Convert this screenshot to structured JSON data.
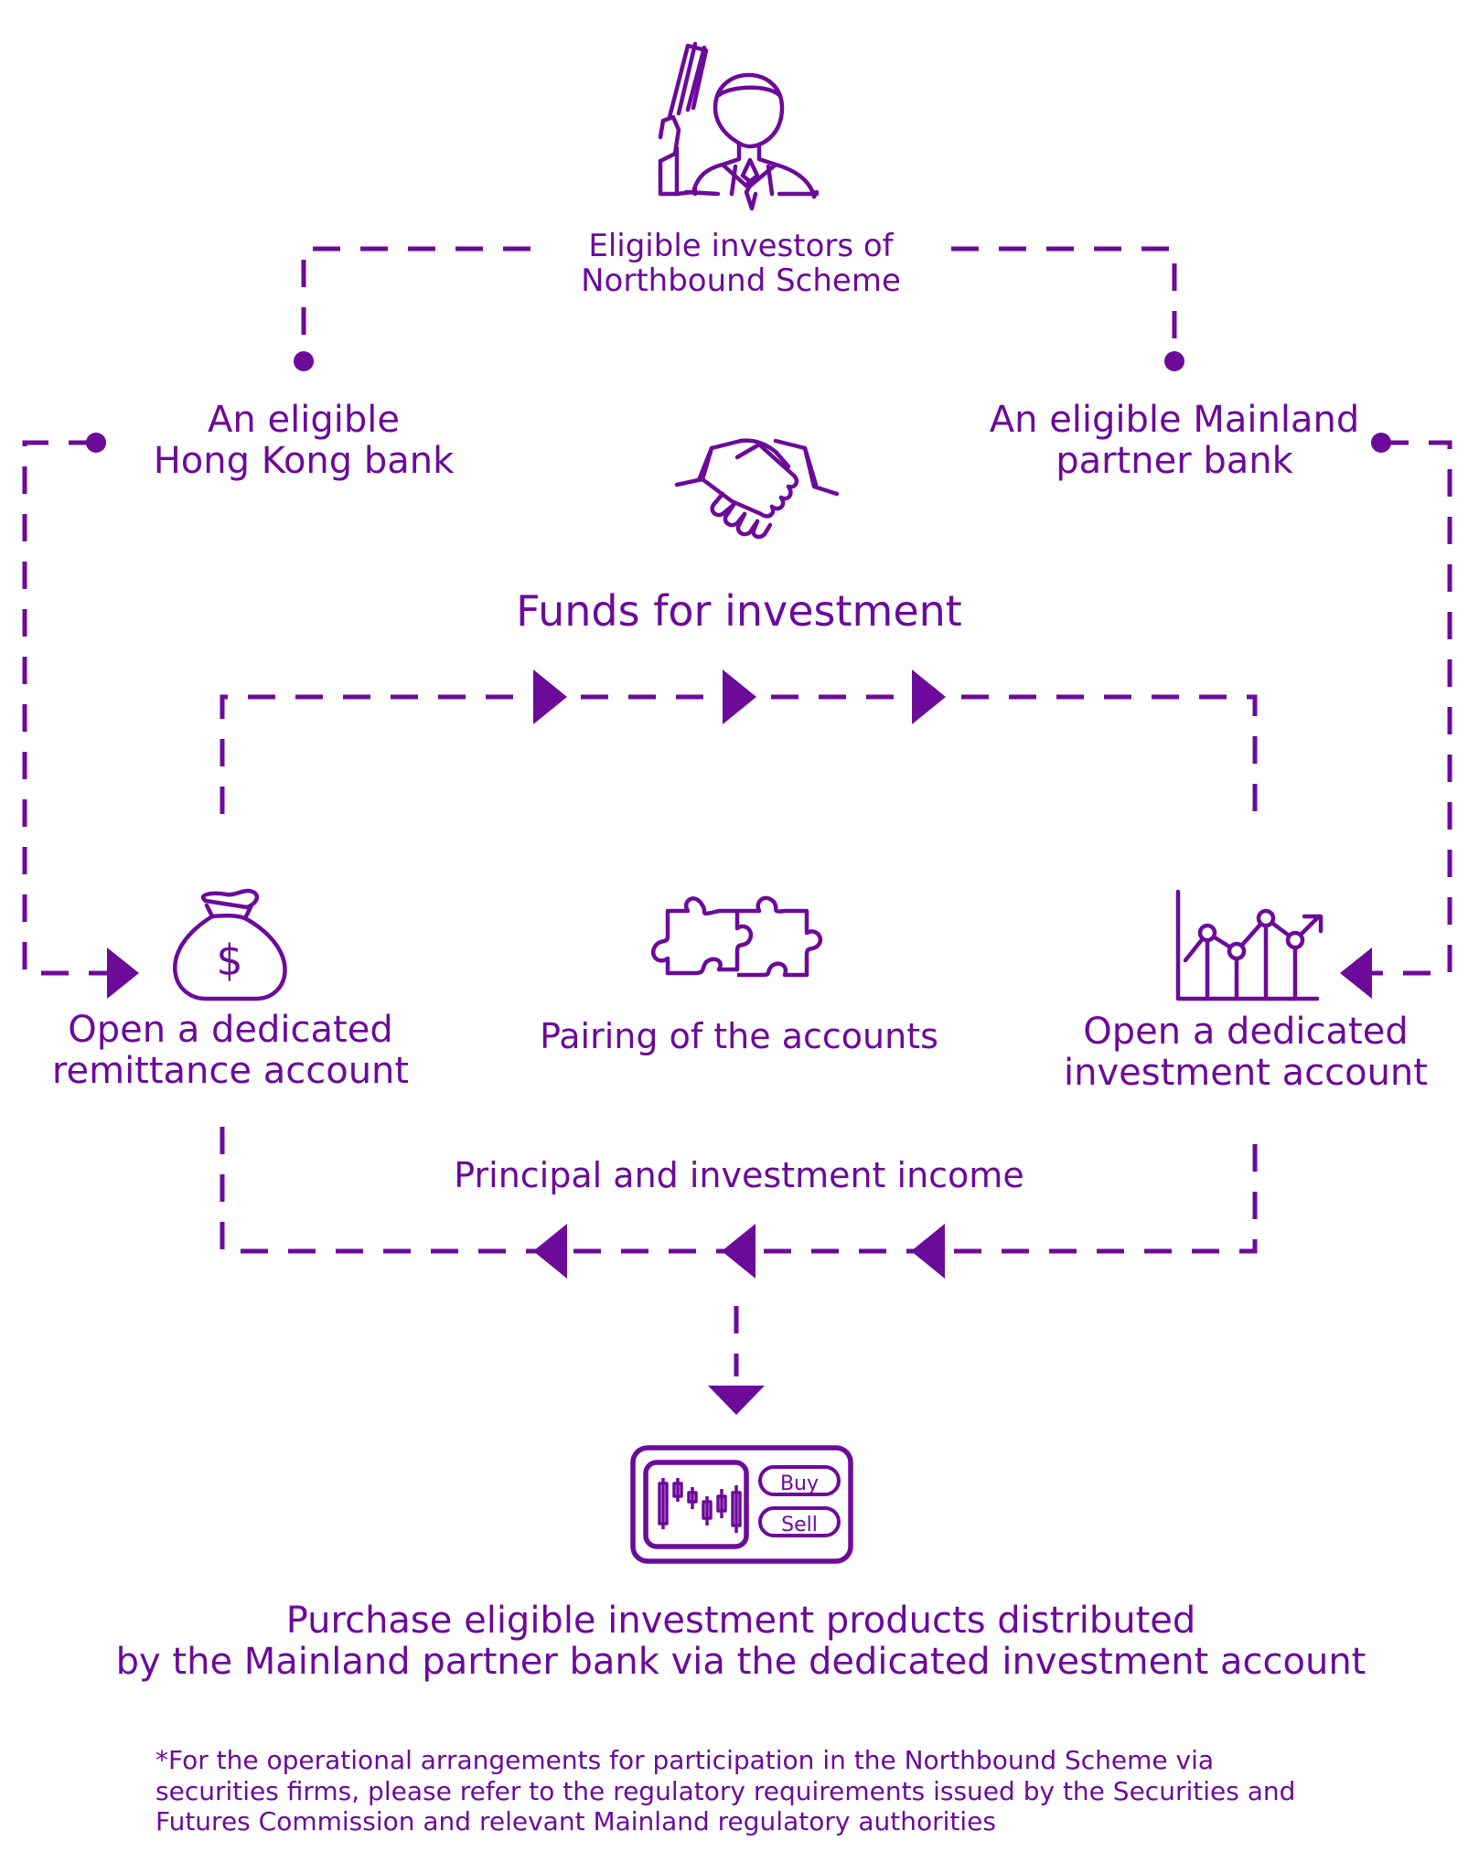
{
  "colors": {
    "accent": "#6c0a9a"
  },
  "investor": {
    "line1": "Eligible investors of",
    "line2": "Northbound Scheme",
    "icon": "investor-with-cash-icon"
  },
  "hk_bank": {
    "line1": "An eligible",
    "line2": "Hong Kong bank"
  },
  "mainland_bank": {
    "line1": "An eligible Mainland",
    "line2": "partner bank"
  },
  "partnership_icon": "handshake-icon",
  "funds_label": "Funds for investment",
  "remittance_account": {
    "line1": "Open a dedicated",
    "line2": "remittance account",
    "icon": "money-bag-icon"
  },
  "pairing": {
    "label": "Pairing of the accounts",
    "icon": "puzzle-icon"
  },
  "investment_account": {
    "line1": "Open a dedicated",
    "line2": "investment account",
    "icon": "growth-chart-icon"
  },
  "return_label": "Principal and investment income",
  "trading_panel": {
    "buy_label": "Buy",
    "sell_label": "Sell",
    "icon": "trading-panel-icon"
  },
  "purchase": {
    "line1": "Purchase eligible investment products distributed",
    "line2": "by the Mainland partner bank via the dedicated investment account"
  },
  "footnote": "*For the operational arrangements for participation in the Northbound Scheme via securities firms, please refer to the regulatory requirements issued by the Securities and Futures Commission and relevant Mainland regulatory authorities"
}
